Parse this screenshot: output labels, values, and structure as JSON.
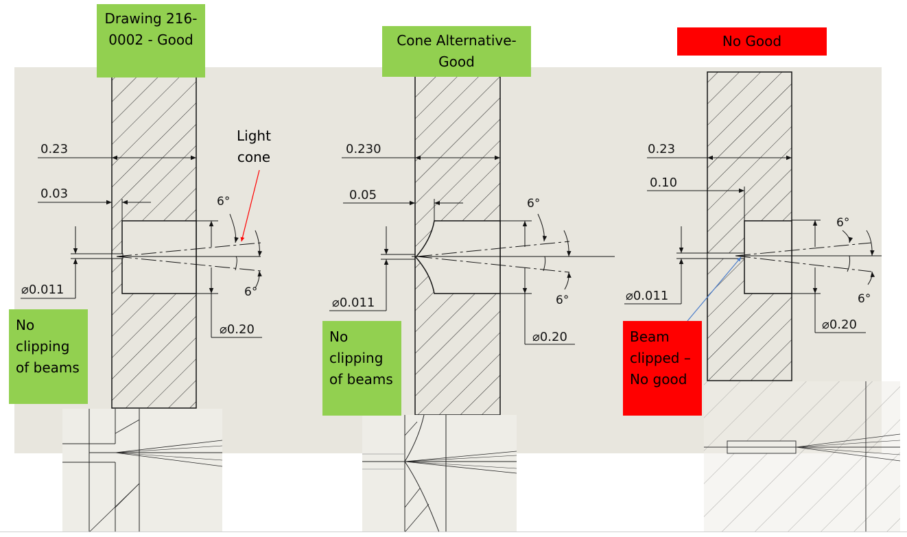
{
  "colors": {
    "good": "#92d050",
    "bad": "#ff0000",
    "panel": "#e8e6de",
    "ink": "#111111",
    "leader_red": "#ff0000",
    "leader_blue": "#4a7cc9"
  },
  "labels": {
    "drawing_good": "Drawing 216-0002 - Good",
    "no_clip_1": "No clipping of beams",
    "cone_alt_good": "Cone Alternative- Good",
    "no_clip_2": "No clipping of beams",
    "no_good": "No Good",
    "beam_clipped": "Beam clipped – No good",
    "light_cone": "Light cone"
  },
  "dims": {
    "d1_thickness": "0.23",
    "d1_depth": "0.03",
    "d1_hole": "⌀0.011",
    "d1_bore": "⌀0.20",
    "d2_thickness": "0.230",
    "d2_depth": "0.05",
    "d2_hole": "⌀0.011",
    "d2_bore": "⌀0.20",
    "d3_thickness": "0.23",
    "d3_depth": "0.10",
    "d3_hole": "⌀0.011",
    "d3_bore": "⌀0.20",
    "angle": "6°"
  }
}
